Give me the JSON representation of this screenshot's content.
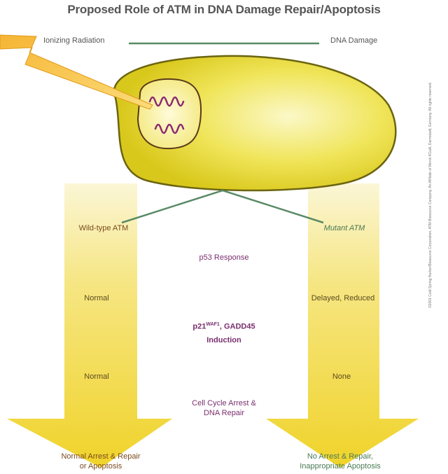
{
  "title": "Proposed Role of ATM in DNA Damage Repair/Apoptosis",
  "top": {
    "left_label": "Ionizing Radiation",
    "right_label": "DNA Damage"
  },
  "paths": {
    "left_header": "Wild-type ATM",
    "right_header": "Mutant ATM",
    "left_p53": "Normal",
    "right_p53": "Delayed, Reduced",
    "left_induction": "Normal",
    "right_induction": "None",
    "left_outcome_line1": "Normal Arrest & Repair",
    "left_outcome_line2": "or Apoptosis",
    "right_outcome_line1": "No Arrest & Repair,",
    "right_outcome_line2": "Inappropriate Apoptosis"
  },
  "center": {
    "p53_response": "p53 Response",
    "induction_p21": "p21",
    "induction_sup": "WAF1",
    "induction_rest": ", GADD45",
    "induction_line2": "Induction",
    "arrest_line1": "Cell Cycle Arrest &",
    "arrest_line2": "DNA Repair"
  },
  "credit": "©2001 Cold Spring Harbor/Biosource Corporation, ATM Biosource Company. An Affiliate of Merck KGaA, Darmstadt, Germany. All rights reserved.",
  "colors": {
    "cell_fill": "#e8dc2a",
    "cell_outline": "#6b6410",
    "arrow_yellow": "#f2dc3a",
    "connector_green": "#5a8a66",
    "purple_text": "#7a2e6e"
  }
}
